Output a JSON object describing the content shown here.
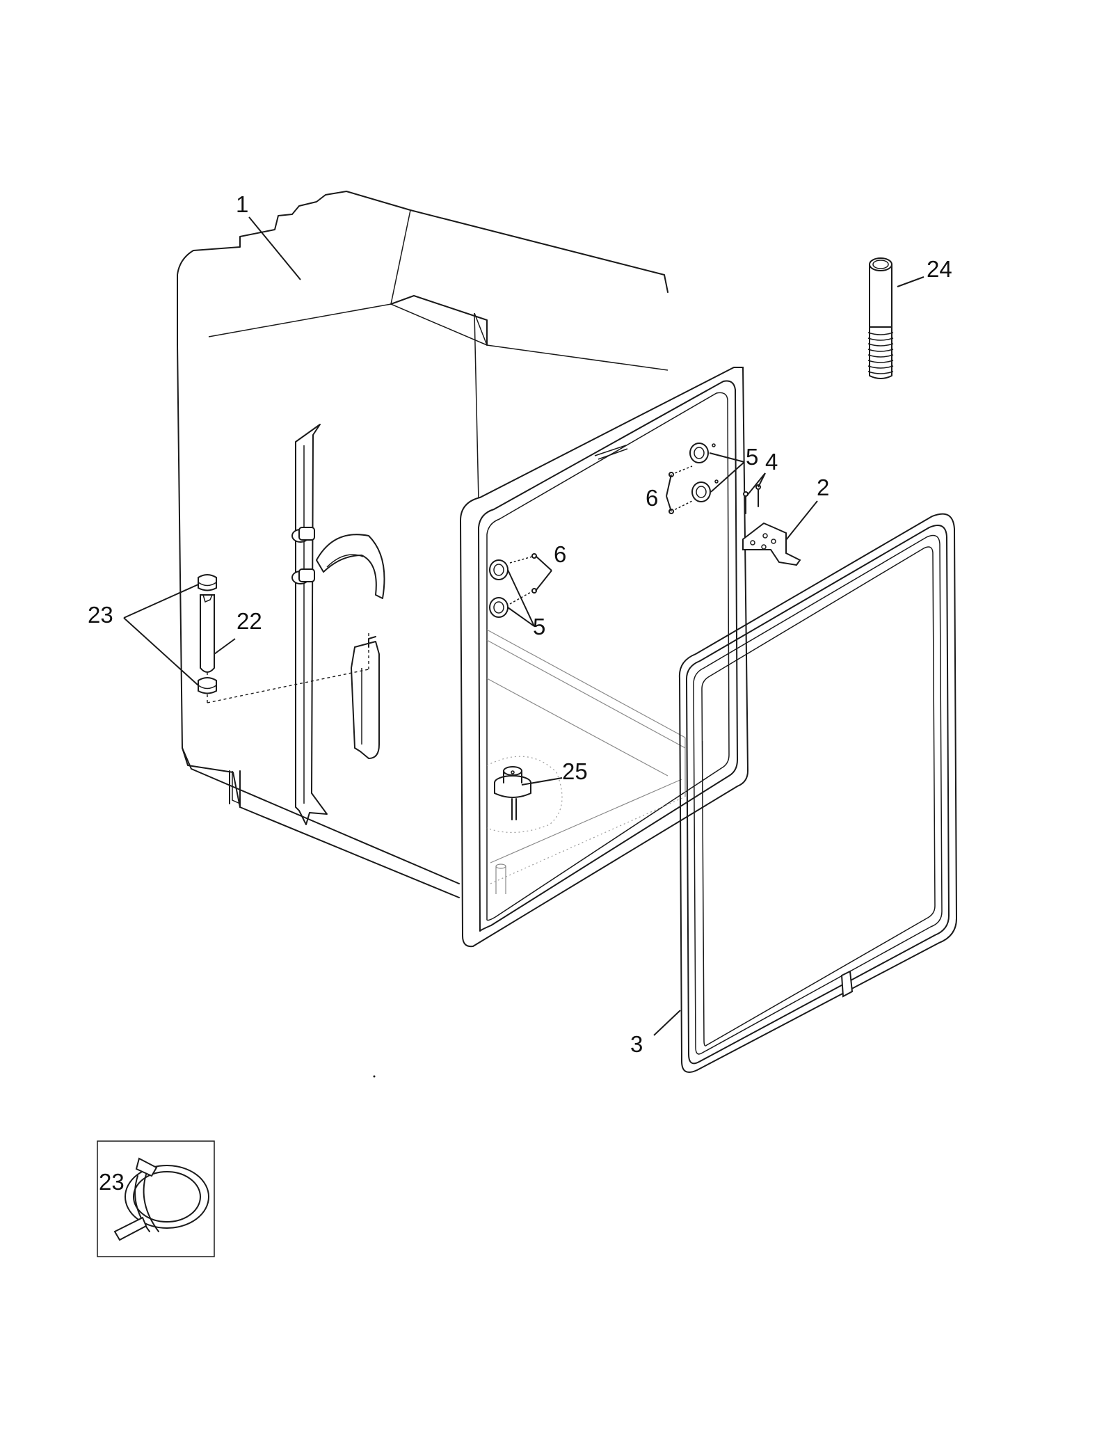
{
  "callouts": {
    "tub": "1",
    "bracket": "2",
    "gasket": "3",
    "screw_bracket": "4",
    "bearing_top": "5",
    "bearing_bottom": "5",
    "screw_top": "6",
    "screw_bottom": "6",
    "clamp": "23",
    "hose": "22",
    "tube": "24",
    "float": "25",
    "clamp_inset": "23"
  }
}
